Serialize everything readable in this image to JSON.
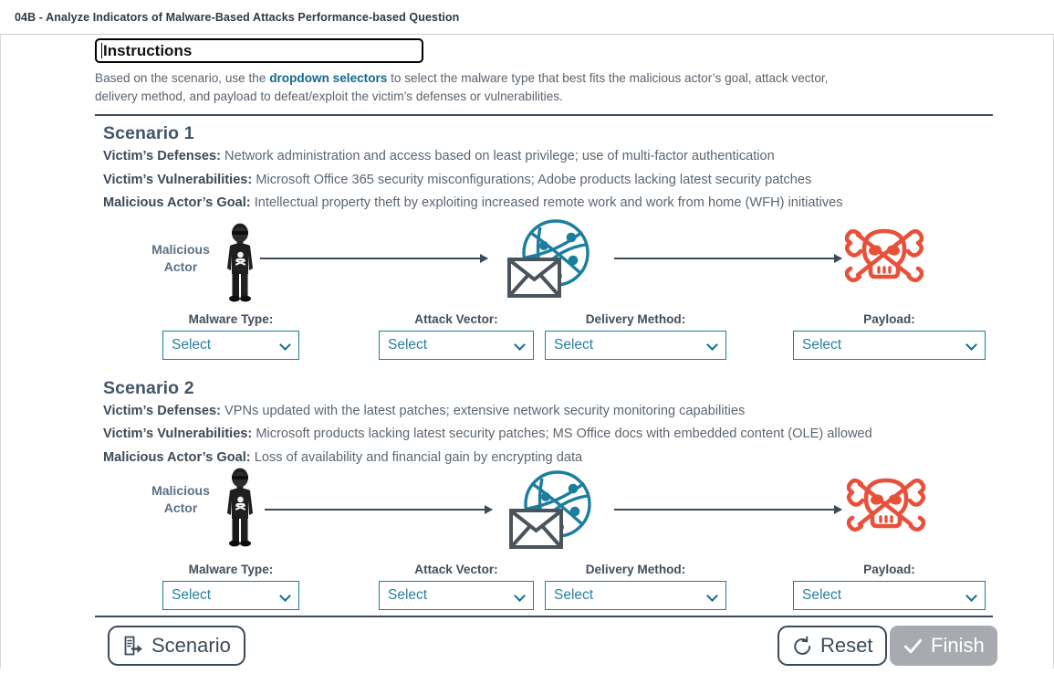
{
  "window": {
    "title": "04B - Analyze Indicators of Malware-Based Attacks Performance-based Question"
  },
  "instructions": {
    "heading": "Instructions",
    "body_prefix": "Based on the scenario, use the ",
    "body_highlight": "dropdown selectors",
    "body_suffix": " to select the malware type that best fits the malicious actor’s goal, attack vector, delivery method, and payload to defeat/exploit the victim’s defenses or vulnerabilities."
  },
  "scenarios": [
    {
      "heading": "Scenario 1",
      "facts": [
        {
          "label": "Victim’s Defenses:",
          "text": "Network administration and access based on least privilege; use of multi-factor authentication"
        },
        {
          "label": "Victim’s Vulnerabilities:",
          "text": "Microsoft Office 365 security misconfigurations; Adobe products lacking latest security patches"
        },
        {
          "label": "Malicious Actor’s Goal:",
          "text": "Intellectual property theft by exploiting increased remote work and work from home (WFH) initiatives"
        }
      ],
      "actor_label_line1": "Malicious",
      "actor_label_line2": "Actor",
      "selectors": [
        {
          "label": "Malware Type:",
          "value": "Select"
        },
        {
          "label": "Attack Vector:",
          "value": "Select"
        },
        {
          "label": "Delivery Method:",
          "value": "Select"
        },
        {
          "label": "Payload:",
          "value": "Select"
        }
      ]
    },
    {
      "heading": "Scenario 2",
      "facts": [
        {
          "label": "Victim’s Defenses:",
          "text": "VPNs updated with the latest patches; extensive network security monitoring capabilities"
        },
        {
          "label": "Victim’s Vulnerabilities:",
          "text": "Microsoft products lacking latest security patches; MS Office docs with embedded content (OLE) allowed"
        },
        {
          "label": "Malicious Actor’s Goal:",
          "text": "Loss of availability and financial gain by encrypting data"
        }
      ],
      "actor_label_line1": "Malicious",
      "actor_label_line2": "Actor",
      "selectors": [
        {
          "label": "Malware Type:",
          "value": "Select"
        },
        {
          "label": "Attack Vector:",
          "value": "Select"
        },
        {
          "label": "Delivery Method:",
          "value": "Select"
        },
        {
          "label": "Payload:",
          "value": "Select"
        }
      ]
    }
  ],
  "footer": {
    "scenario_label": "Scenario",
    "reset_label": "Reset",
    "finish_label": "Finish"
  },
  "icons": {
    "actor": "malicious-actor-icon",
    "network_email": "globe-network-email-icon",
    "payload": "skull-crossbones-icon",
    "scenario": "file-export-icon",
    "reset": "undo-arrow-icon",
    "finish": "check-icon"
  },
  "colors": {
    "accent_teal": "#1b7e9e",
    "link_blue": "#11698e",
    "text_slate": "#3d4a57",
    "heading_slate": "#41556b",
    "payload_red": "#e8503a",
    "disabled_grey": "#a7abb0"
  }
}
